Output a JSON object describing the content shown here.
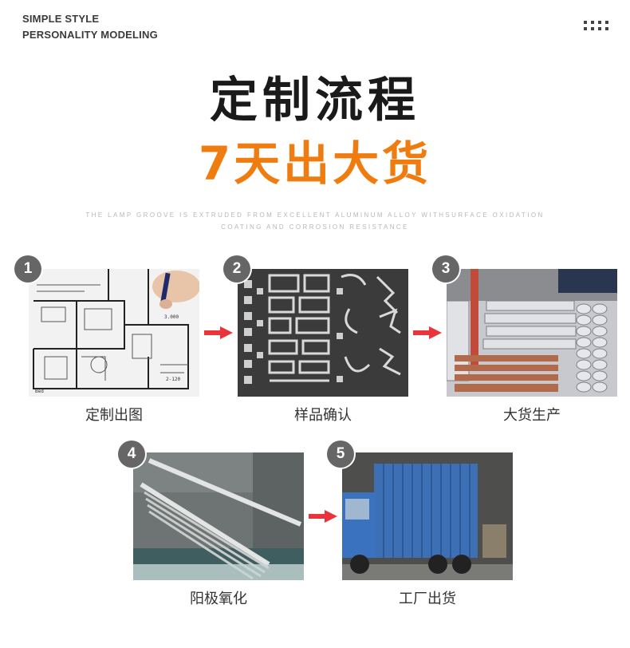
{
  "brand": {
    "line1": "SIMPLE STYLE",
    "line2": "PERSONALITY MODELING"
  },
  "icons": {
    "menu": "dots-grid-icon",
    "arrow": "arrow-right-icon"
  },
  "title": {
    "main": "定制流程",
    "sub": "7天出大货"
  },
  "colors": {
    "accent": "#f07c10",
    "arrow": "#e8343a",
    "badge": "#666666"
  },
  "tagline": {
    "line1": "THE LAMP GROOVE IS EXTRUDED FROM EXCELLENT ALUMINUM ALLOY WITHSURFACE OXIDATION",
    "line2": "COATING AND CORROSION RESISTANCE"
  },
  "steps": [
    {
      "number": "1",
      "label": "定制出图"
    },
    {
      "number": "2",
      "label": "样品确认"
    },
    {
      "number": "3",
      "label": "大货生产"
    },
    {
      "number": "4",
      "label": "阳极氧化"
    },
    {
      "number": "5",
      "label": "工厂出货"
    }
  ]
}
